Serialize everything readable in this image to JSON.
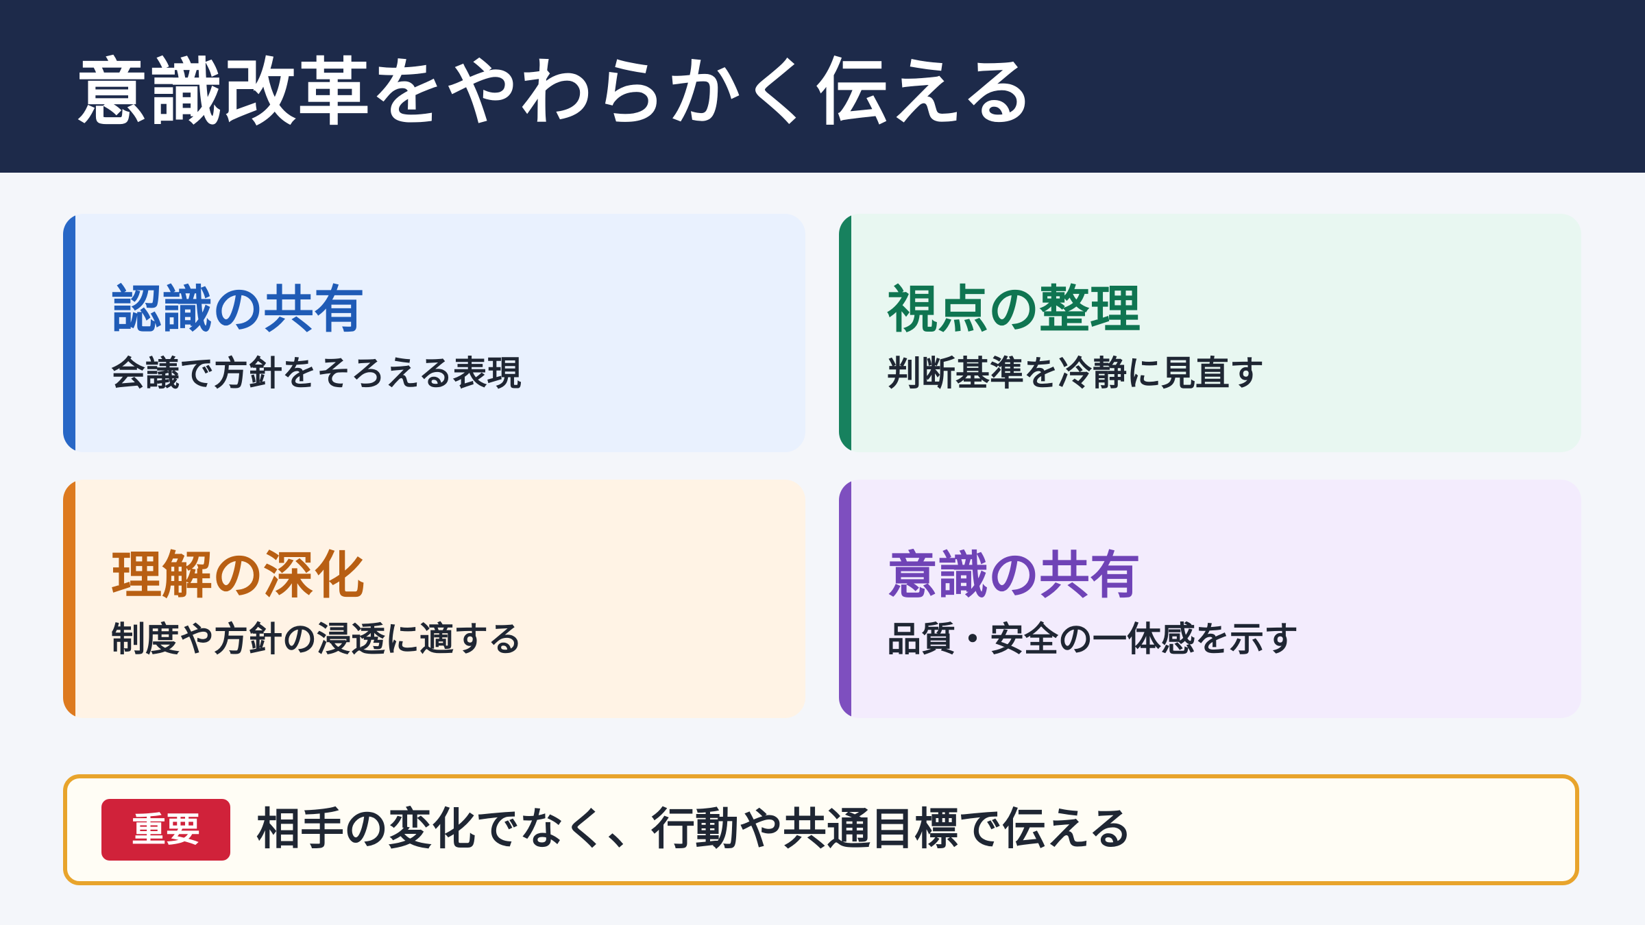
{
  "header": {
    "title": "意識改革をやわらかく伝える"
  },
  "cards": [
    {
      "title": "認識の共有",
      "description": "会議で方針をそろえる表現",
      "accent_color": "#2867c6"
    },
    {
      "title": "視点の整理",
      "description": "判断基準を冷静に見直す",
      "accent_color": "#17815e"
    },
    {
      "title": "理解の深化",
      "description": "制度や方針の浸透に適する",
      "accent_color": "#dd7a1f"
    },
    {
      "title": "意識の共有",
      "description": "品質・安全の一体感を示す",
      "accent_color": "#7e4fbf"
    }
  ],
  "important": {
    "badge": "重要",
    "text": "相手の変化でなく、行動や共通目標で伝える",
    "badge_color": "#d0223a",
    "border_color": "#e8a42c"
  }
}
